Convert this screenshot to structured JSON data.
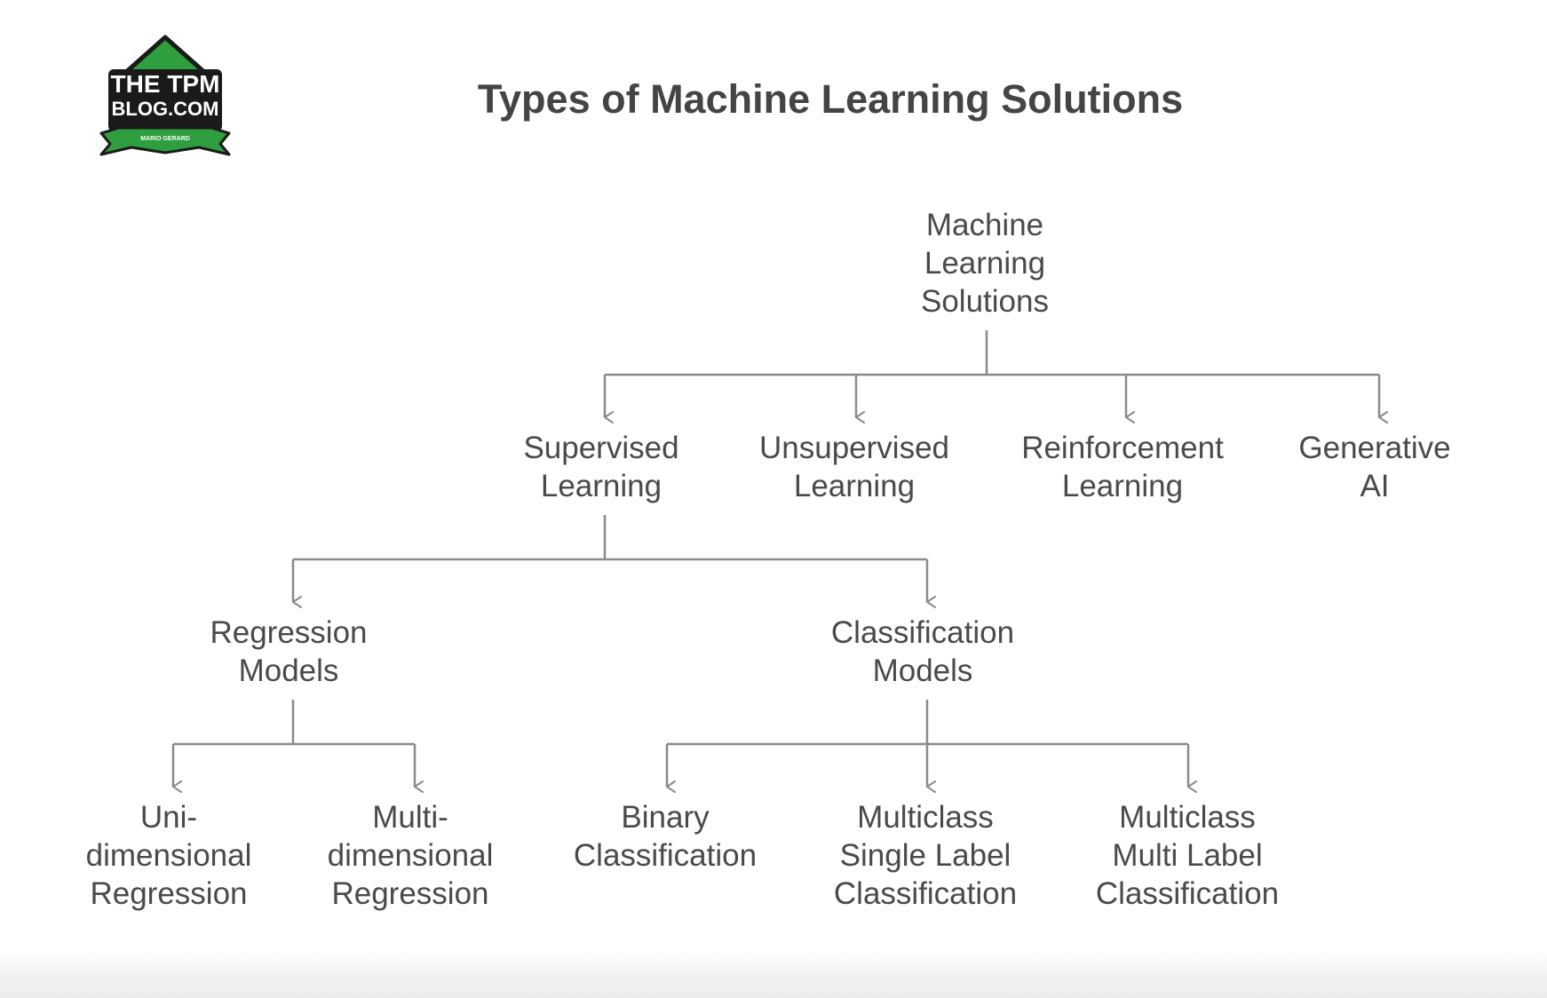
{
  "logo": {
    "line1": "THE TPM",
    "line2": "BLOG.COM",
    "banner": "MARIO GERARD"
  },
  "title": "Types of Machine Learning Solutions",
  "nodes": {
    "root": [
      "Machine",
      "Learning",
      "Solutions"
    ],
    "supervised": [
      "Supervised",
      "Learning"
    ],
    "unsupervised": [
      "Unsupervised",
      "Learning"
    ],
    "reinforcement": [
      "Reinforcement",
      "Learning"
    ],
    "generative": [
      "Generative",
      "AI"
    ],
    "regression": [
      "Regression",
      "Models"
    ],
    "classification": [
      "Classification",
      "Models"
    ],
    "uni_regression": [
      "Uni-",
      "dimensional",
      "Regression"
    ],
    "multi_regression": [
      "Multi-",
      "dimensional",
      "Regression"
    ],
    "binary": [
      "Binary",
      "Classification"
    ],
    "multiclass_single": [
      "Multiclass",
      "Single Label",
      "Classification"
    ],
    "multiclass_multi": [
      "Multiclass",
      "Multi Label",
      "Classification"
    ]
  },
  "colors": {
    "text": "#4a4a4a",
    "lines": "#8a8a8a",
    "logo_green": "#2e9e3e",
    "logo_dark": "#1a1a1a"
  }
}
